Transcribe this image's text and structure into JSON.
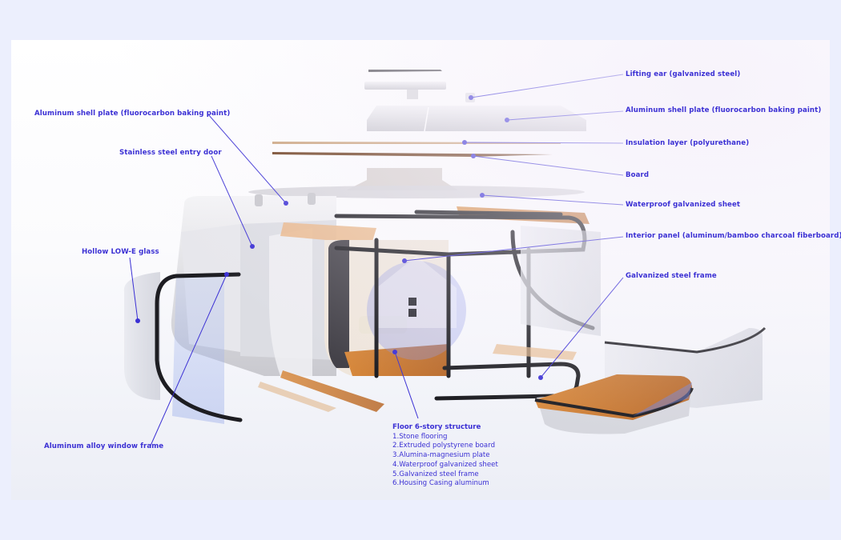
{
  "diagram": {
    "subject": "Exploded view of capsule house structure",
    "accent_color": "#3b30d4",
    "background_color": "#eceffd",
    "labels_left": [
      {
        "id": "aluminum-shell-left",
        "text": "Aluminum shell plate (fluorocarbon baking paint)"
      },
      {
        "id": "entry-door",
        "text": "Stainless steel entry door"
      },
      {
        "id": "low-e-glass",
        "text": "Hollow LOW-E glass"
      },
      {
        "id": "window-frame",
        "text": "Aluminum alloy window frame"
      }
    ],
    "labels_right": [
      {
        "id": "lifting-ear",
        "text": "Lifting ear (galvanized steel)"
      },
      {
        "id": "aluminum-shell-right",
        "text": "Aluminum shell plate (fluorocarbon baking paint)"
      },
      {
        "id": "insulation",
        "text": "Insulation layer (polyurethane)"
      },
      {
        "id": "board",
        "text": "Board"
      },
      {
        "id": "waterproof-sheet",
        "text": "Waterproof galvanized sheet"
      },
      {
        "id": "interior-panel",
        "text": "Interior panel (aluminum/bamboo charcoal fiberboard)"
      },
      {
        "id": "steel-frame",
        "text": "Galvanized steel frame"
      }
    ],
    "floor_structure": {
      "title": "Floor 6-story structure",
      "items": [
        "1.Stone flooring",
        "2.Extruded polystyrene board",
        "3.Alumina-magnesium plate",
        "4.Waterproof galvanized sheet",
        "5.Galvanized steel frame",
        "6.Housing Casing aluminum"
      ]
    }
  }
}
